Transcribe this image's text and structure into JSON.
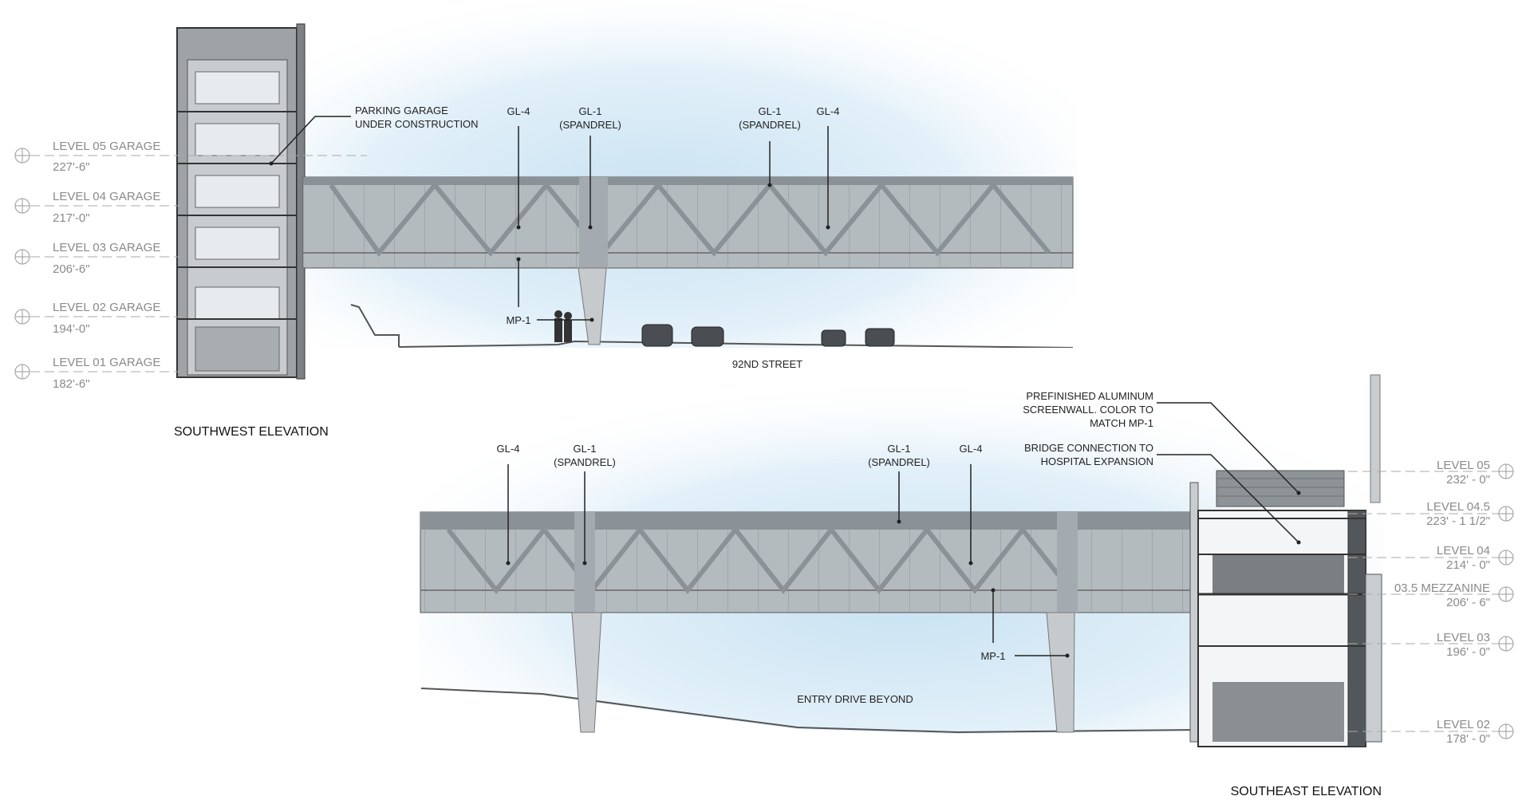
{
  "southwest": {
    "title": "SOUTHWEST ELEVATION",
    "street": "92ND STREET",
    "levels": [
      {
        "name": "LEVEL 05 GARAGE",
        "elev": "227'-6\""
      },
      {
        "name": "LEVEL 04 GARAGE",
        "elev": "217'-0\""
      },
      {
        "name": "LEVEL 03 GARAGE",
        "elev": "206'-6\""
      },
      {
        "name": "LEVEL 02 GARAGE",
        "elev": "194'-0\""
      },
      {
        "name": "LEVEL 01 GARAGE",
        "elev": "182'-6\""
      }
    ],
    "callouts": {
      "garage_line1": "PARKING GARAGE",
      "garage_line2": "UNDER CONSTRUCTION",
      "gl4_a": "GL-4",
      "gl1_a": "GL-1",
      "gl1_a_sub": "(SPANDREL)",
      "gl1_b": "GL-1",
      "gl1_b_sub": "(SPANDREL)",
      "gl4_b": "GL-4",
      "mp1": "MP-1"
    }
  },
  "southeast": {
    "title": "SOUTHEAST ELEVATION",
    "drive": "ENTRY DRIVE BEYOND",
    "levels": [
      {
        "name": "LEVEL 05",
        "elev": "232' - 0\""
      },
      {
        "name": "LEVEL 04.5",
        "elev": "223' - 1 1/2\""
      },
      {
        "name": "LEVEL 04",
        "elev": "214' - 0\""
      },
      {
        "name": "03.5 MEZZANINE",
        "elev": "206' - 6\""
      },
      {
        "name": "LEVEL 03",
        "elev": "196' - 0\""
      },
      {
        "name": "LEVEL 02",
        "elev": "178' - 0\""
      }
    ],
    "callouts": {
      "gl4_a": "GL-4",
      "gl1_a": "GL-1",
      "gl1_a_sub": "(SPANDREL)",
      "gl1_b": "GL-1",
      "gl1_b_sub": "(SPANDREL)",
      "gl4_b": "GL-4",
      "mp1": "MP-1",
      "screen_line1": "PREFINISHED ALUMINUM",
      "screen_line2": "SCREENWALL. COLOR TO",
      "screen_line3": "MATCH MP-1",
      "bridge_line1": "BRIDGE CONNECTION TO",
      "bridge_line2": "HOSPITAL EXPANSION"
    }
  }
}
